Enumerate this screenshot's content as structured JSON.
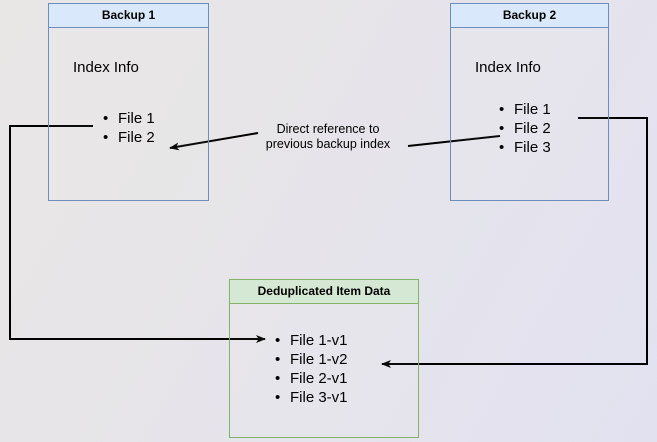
{
  "diagram": {
    "title_semantic": "backup-deduplication-diagram",
    "colors": {
      "blue_border": "#6c8ebf",
      "blue_fill": "#dae8fc",
      "green_border": "#82b366",
      "green_fill": "#d5e8d4",
      "edge": "#000000",
      "background_start": "#e9e6e6",
      "background_end": "#e2e1f0"
    },
    "backup1": {
      "header": "Backup 1",
      "section_label": "Index Info",
      "files": [
        "File 1",
        "File 2"
      ]
    },
    "backup2": {
      "header": "Backup 2",
      "section_label": "Index Info",
      "files": [
        "File 1",
        "File 2",
        "File 3"
      ]
    },
    "dedup": {
      "header": "Deduplicated Item Data",
      "files": [
        "File 1-v1",
        "File 1-v2",
        "File 2-v1",
        "File 3-v1"
      ]
    },
    "edge_label": {
      "line1": "Direct reference to",
      "line2": "previous backup index"
    }
  }
}
